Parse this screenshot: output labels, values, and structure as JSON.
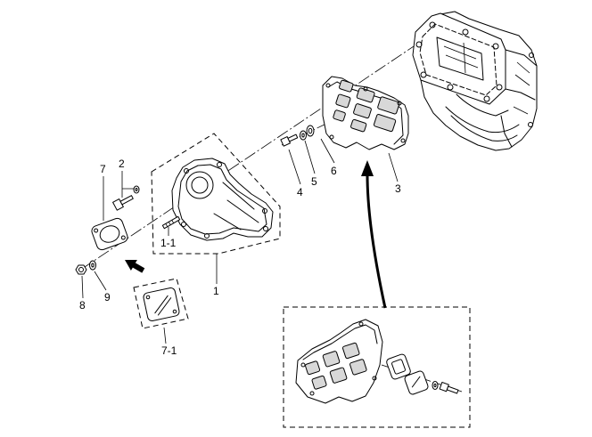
{
  "callouts": {
    "part_7": "7",
    "part_2": "2",
    "part_1_1": "1-1",
    "part_8": "8",
    "part_9": "9",
    "part_7_1": "7-1",
    "part_1": "1",
    "part_4": "4",
    "part_5": "5",
    "part_6": "6",
    "part_3": "3"
  },
  "colors": {
    "line": "#000000",
    "background": "#ffffff"
  }
}
